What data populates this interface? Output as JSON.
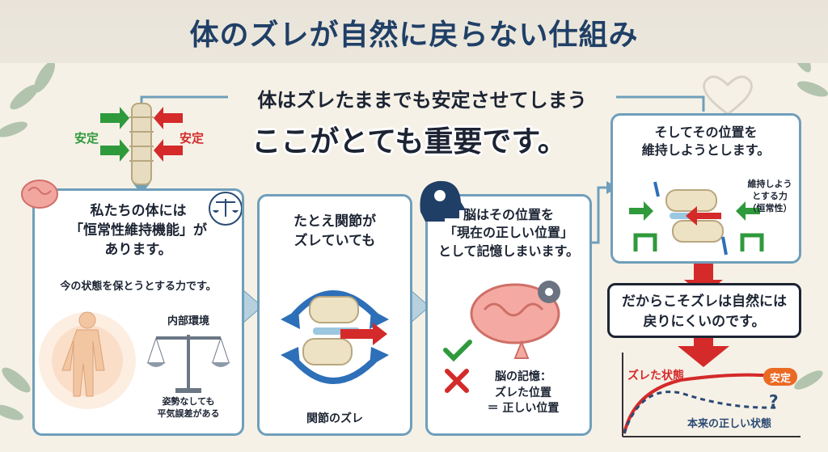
{
  "title": "体のズレが自然に戻らない仕組み",
  "headline": {
    "line1": "体はズレたままでも安定させてしまう",
    "line2": "ここがとても重要です。"
  },
  "spine_labels": {
    "left": "安定",
    "right": "安定"
  },
  "panel1": {
    "line1": "私たちの体には",
    "line2": "「恒常性維持機能」が",
    "line3": "あります。",
    "sub": "今の状態を保とうとする力です。",
    "scale_label": "内部環境",
    "note_line1": "姿勢なしても",
    "note_line2": "平気誤差がある"
  },
  "panel2": {
    "line1": "たとえ関節が",
    "line2": "ズレていても",
    "caption": "関節のズレ"
  },
  "panel3": {
    "line1": "脳はその位置を",
    "line2": "「現在の正しい位置」",
    "line3": "として記憶しまいます。",
    "memory_line1": "脳の記憶：",
    "memory_line2": "ズレた位置",
    "memory_line3": "＝ 正しい位置"
  },
  "panel4": {
    "line1": "そしてその位置を",
    "line2": "維持しようとします。",
    "note_line1": "維持しよう",
    "note_line2": "とする力",
    "note_line3": "（恒常性）"
  },
  "conclusion": {
    "line1": "だからこそズレは自然には",
    "line2": "戻りにくいのです。"
  },
  "graph": {
    "label_top": "ズレた状態",
    "badge": "安定",
    "question": "?",
    "label_bottom": "本来の正しい状態"
  },
  "colors": {
    "title": "#1f3f66",
    "panel_border": "#6f9fba",
    "arrow_red": "#d42a2a",
    "arrow_green": "#2f9a3c",
    "badge": "#ea6a24"
  }
}
